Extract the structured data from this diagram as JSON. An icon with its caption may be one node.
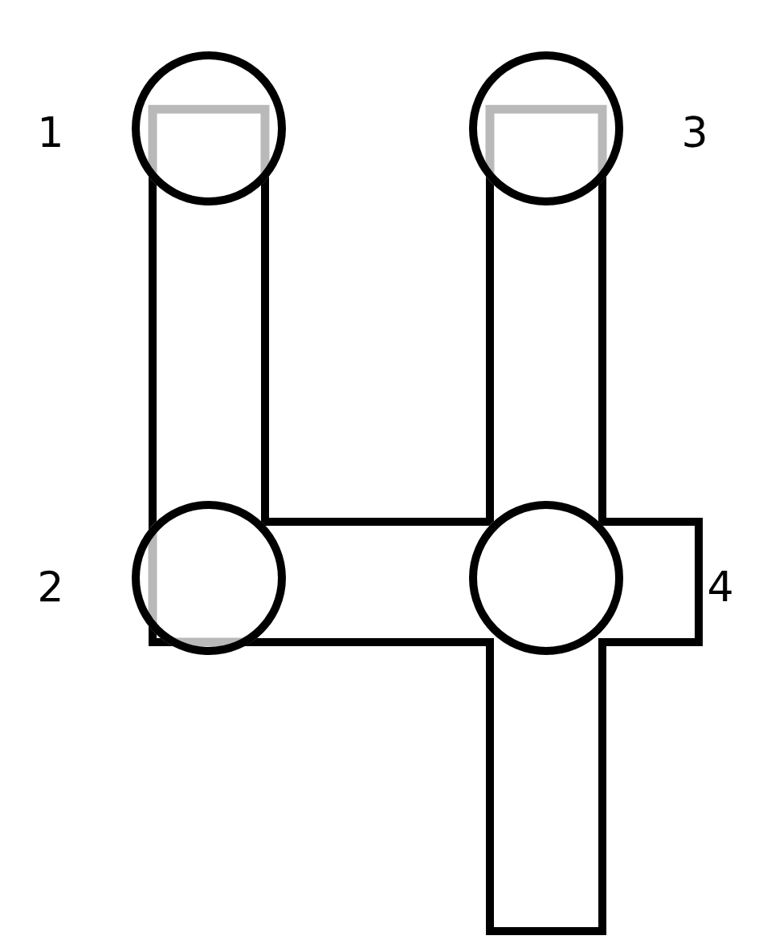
{
  "diagram": {
    "nodes": [
      {
        "text": [],
        "shape": "circle",
        "beside": [
          "1"
        ]
      },
      {
        "text": [],
        "shape": "circle",
        "beside": [
          "3"
        ]
      },
      {
        "text": [],
        "shape": "circle",
        "beside": [
          "2"
        ]
      },
      {
        "text": [],
        "shape": "circle",
        "beside": [
          "4"
        ]
      }
    ]
  }
}
